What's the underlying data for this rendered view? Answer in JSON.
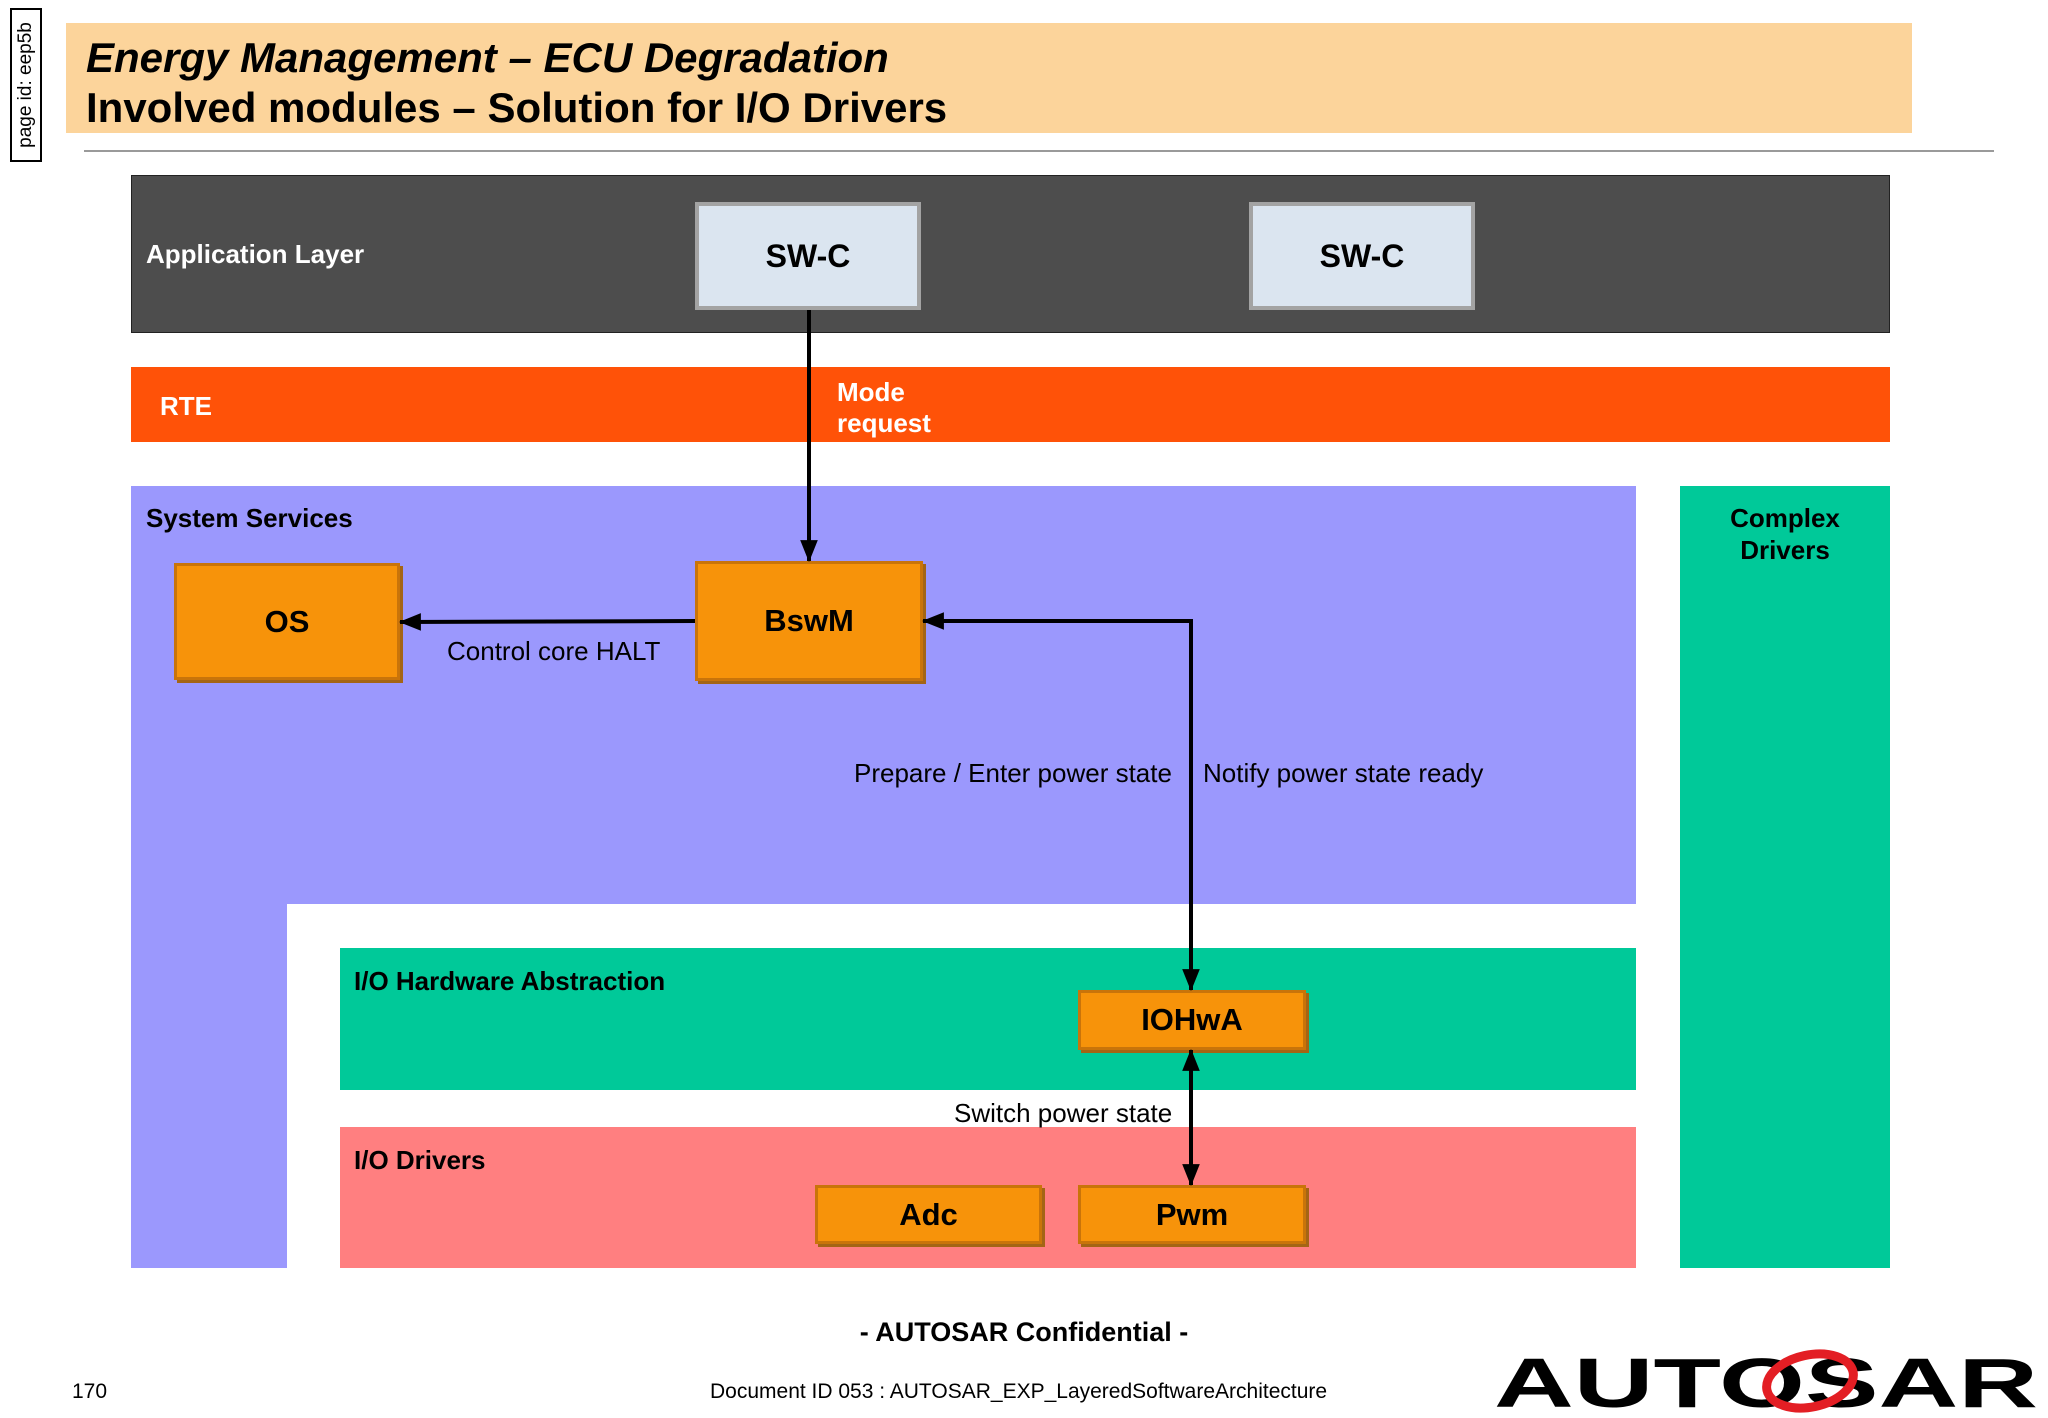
{
  "page_id": "page id: eep5b",
  "title": {
    "line1": "Energy Management – ECU Degradation",
    "line2": "Involved modules – Solution for I/O Drivers"
  },
  "layers": {
    "application": "Application Layer",
    "rte": "RTE",
    "system_services": "System Services",
    "complex_drivers_line1": "Complex",
    "complex_drivers_line2": "Drivers",
    "io_hw_abstraction": "I/O Hardware Abstraction",
    "io_drivers": "I/O Drivers"
  },
  "modules": {
    "swc_1": "SW-C",
    "swc_2": "SW-C",
    "os": "OS",
    "bswm": "BswM",
    "iohwa": "IOHwA",
    "adc": "Adc",
    "pwm": "Pwm"
  },
  "edges": {
    "mode_request_line1": "Mode",
    "mode_request_line2": "request",
    "control_core_halt": "Control core HALT",
    "prepare_enter": "Prepare / Enter power state",
    "notify_ready": "Notify power state ready",
    "switch_power_state": "Switch power state"
  },
  "footer": {
    "confidential": "- AUTOSAR Confidential -",
    "page_number": "170",
    "document_id": "Document ID 053 : AUTOSAR_EXP_LayeredSoftwareArchitecture",
    "logo_text": "AUTOSAR"
  },
  "colors": {
    "title_band": "#fcd49b",
    "application_layer": "#4d4d4d",
    "rte": "#ff5208",
    "system_services": "#9b98fd",
    "complex_drivers": "#00c999",
    "io_hw_abstraction": "#00c999",
    "io_drivers": "#ff7f80",
    "module": "#f7930a",
    "swc": "#dbe5f0"
  }
}
